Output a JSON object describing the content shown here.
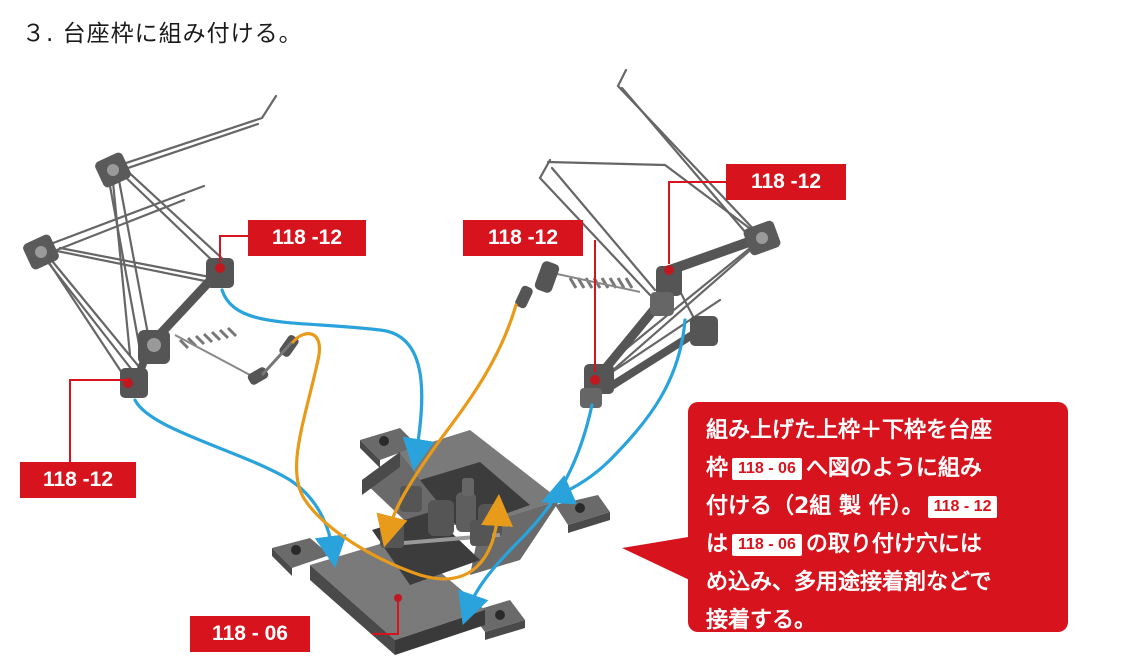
{
  "title": "３. 台座枠に組み付ける。",
  "labels": {
    "upper_left_rod": "118 -12",
    "lower_left_pin": "118 -12",
    "center_upper": "118 -12",
    "right_upper": "118 -12",
    "base_frame": "118 - 06"
  },
  "callout": {
    "text1": "組み上げた上枠＋下枠を台座",
    "text2a": "枠",
    "chip1": "118 - 06",
    "text2b": "へ図のように組み",
    "text3a": "付ける（2組 製 作）。",
    "chip2": "118 - 12",
    "text4a": "は",
    "chip3": "118 - 06",
    "text4b": "の取り付け穴には",
    "text5": "め込み、多用途接着剤などで",
    "text6": "接着する。"
  },
  "colors": {
    "label_red": "#d7141d",
    "arrow_blue": "#2aa3dc",
    "arrow_orange": "#e89a1a",
    "metal_dark": "#4a4a4a",
    "metal_mid": "#7a7a7a",
    "wire": "#666666"
  }
}
